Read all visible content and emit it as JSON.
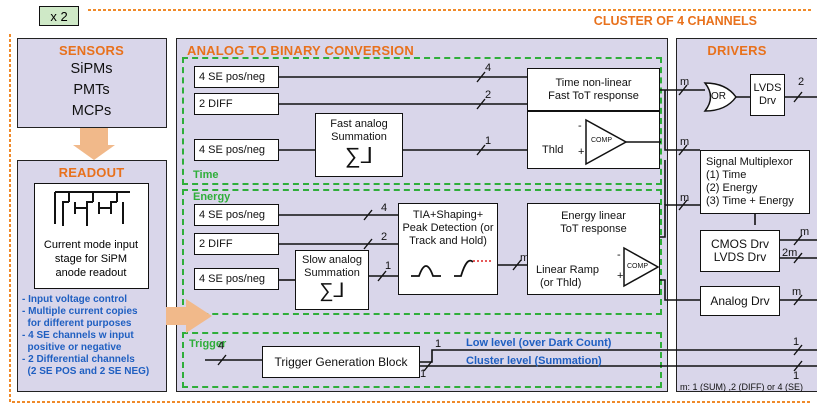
{
  "multiplier": "x 2",
  "cluster_title": "CLUSTER OF 4 CHANNELS",
  "sensors": {
    "title": "SENSORS",
    "items": [
      "SiPMs",
      "PMTs",
      "MCPs"
    ]
  },
  "readout": {
    "title": "READOUT",
    "stage_text": [
      "Current mode input",
      "stage for SiPM",
      "anode readout"
    ],
    "features": [
      "- Input voltage control",
      "- Multiple current copies",
      "  for different purposes",
      "- 4 SE channels w input",
      "  positive or negative",
      "- 2 Differential channels",
      "  (2 SE POS and 2 SE NEG)"
    ]
  },
  "abc": {
    "title": "ANALOG TO BINARY CONVERSION",
    "time": {
      "label": "Time",
      "inputs": [
        "4 SE pos/neg",
        "2 DIFF",
        "4 SE pos/neg"
      ],
      "bus_labels": [
        "4",
        "2",
        "1"
      ],
      "fast_sum": [
        "Fast analog",
        "Summation"
      ],
      "tot": [
        "Time non-linear",
        "Fast ToT response"
      ],
      "thld": "Thld",
      "comp": "COMP",
      "minus": "-",
      "plus": "+"
    },
    "energy": {
      "label": "Energy",
      "inputs": [
        "4 SE pos/neg",
        "2 DIFF",
        "4 SE pos/neg"
      ],
      "bus_labels": [
        "4",
        "2",
        "1"
      ],
      "slow_sum": [
        "Slow analog",
        "Summation"
      ],
      "tia": [
        "TIA+Shaping+",
        "Peak Detection (or",
        "Track and Hold)"
      ],
      "tot": [
        "Energy linear",
        "ToT response"
      ],
      "ramp": [
        "Linear Ramp",
        "(or Thld)"
      ],
      "comp": "COMP",
      "m": "m",
      "minus": "-",
      "plus": "+"
    },
    "trigger": {
      "label": "Trigger",
      "block": "Trigger Generation Block",
      "low": "Low level (over Dark Count)",
      "cluster": "Cluster level (Summation)",
      "in_label": "4",
      "out_labels": [
        "1",
        "1"
      ]
    }
  },
  "drivers": {
    "title": "DRIVERS",
    "or": "OR",
    "lvds": [
      "LVDS",
      "Drv"
    ],
    "lvds_out": "2",
    "m": "m",
    "mux": [
      "Signal Multiplexor",
      "(1) Time",
      "(2) Energy",
      "(3) Time + Energy"
    ],
    "cmos": [
      "CMOS Drv",
      "LVDS Drv"
    ],
    "cmos_out": [
      "m",
      "2m"
    ],
    "analog": "Analog Drv",
    "trig_out": [
      "1",
      "1"
    ],
    "footnote": "m: 1 (SUM) ,2 (DIFF) or 4 (SE)"
  }
}
